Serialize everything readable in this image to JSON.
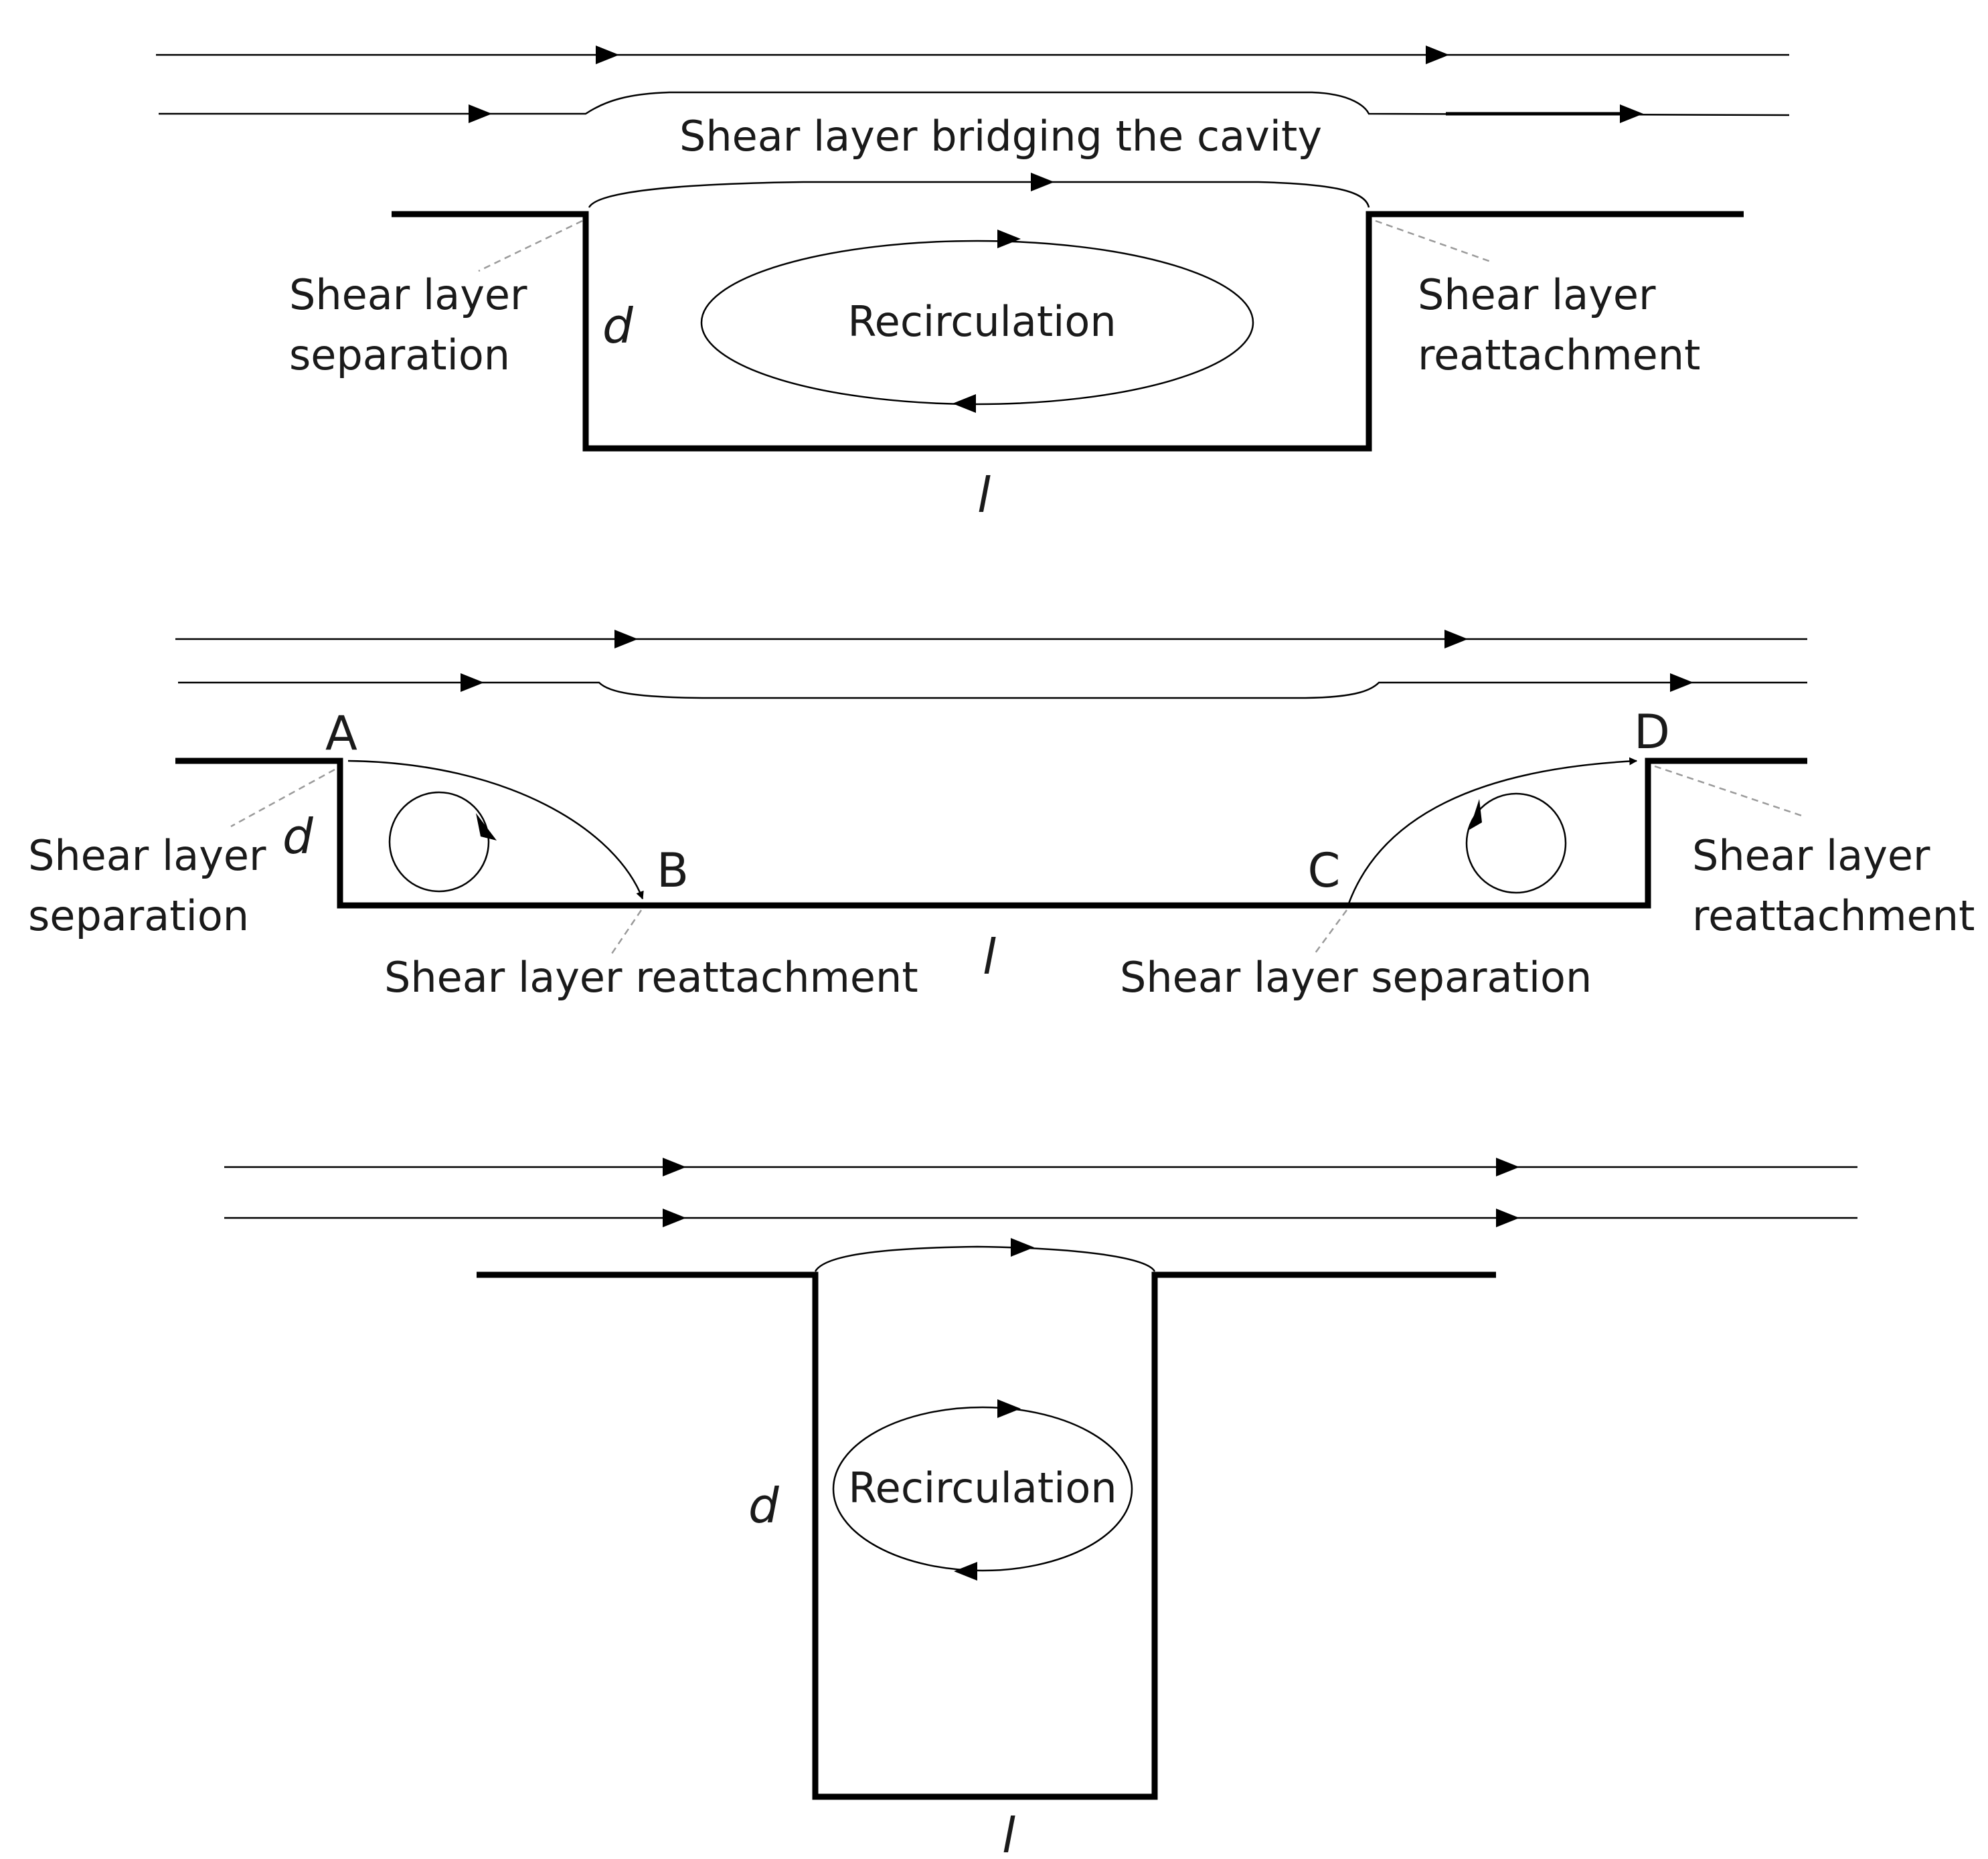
{
  "panel_top": {
    "bridge_label": "Shear layer bridging the cavity",
    "separation_label": [
      "Shear layer",
      "separation"
    ],
    "reattachment_label": [
      "Shear layer",
      "reattachment"
    ],
    "recirculation_label": "Recirculation",
    "depth_label": "d",
    "length_label": "l"
  },
  "panel_middle": {
    "point_a": "A",
    "point_b": "B",
    "point_c": "C",
    "point_d": "D",
    "separation_label": [
      "Shear layer",
      "separation"
    ],
    "reattachment_label": [
      "Shear layer",
      "reattachment"
    ],
    "floor_reattachment_label": "Shear layer reattachment",
    "floor_separation_label": "Shear layer separation",
    "depth_label": "d",
    "length_label": "l"
  },
  "panel_bottom": {
    "recirculation_label": "Recirculation",
    "depth_label": "d",
    "length_label": "l"
  }
}
